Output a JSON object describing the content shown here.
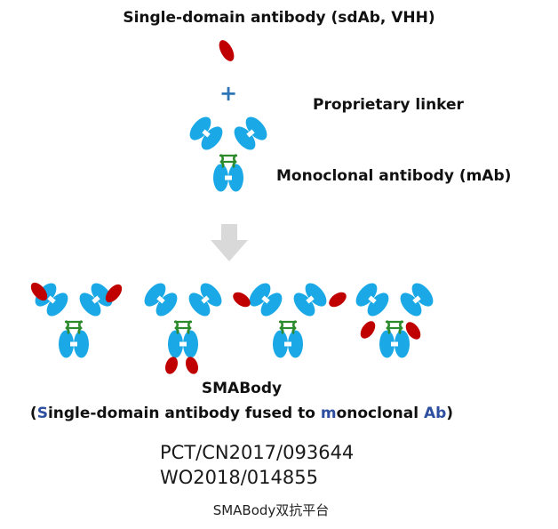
{
  "sdab_title": "Single-domain antibody (sdAb, VHH)",
  "plus_sign": "+",
  "linker_label": "Proprietary linker",
  "mab_label": "Monoclonal antibody  (mAb)",
  "smabody_title": "SMABody",
  "smabody_subtitle": {
    "open": "(",
    "s": "S",
    "part1": "ingle-domain antibody fused to ",
    "m": "m",
    "part2": "onoclonal ",
    "ab": "Ab",
    "close": ")"
  },
  "patents": [
    "PCT/CN2017/093644",
    "WO2018/014855"
  ],
  "platform_label": "SMABody双抗平台",
  "colors": {
    "antibody_domain": "#1aa9e6",
    "linker": "#2d8a2d",
    "sdab": "#c00000",
    "arrow": "#d9d9d9",
    "plus": "#2e75b6",
    "subtitle_highlight": "#2e4fa0"
  }
}
